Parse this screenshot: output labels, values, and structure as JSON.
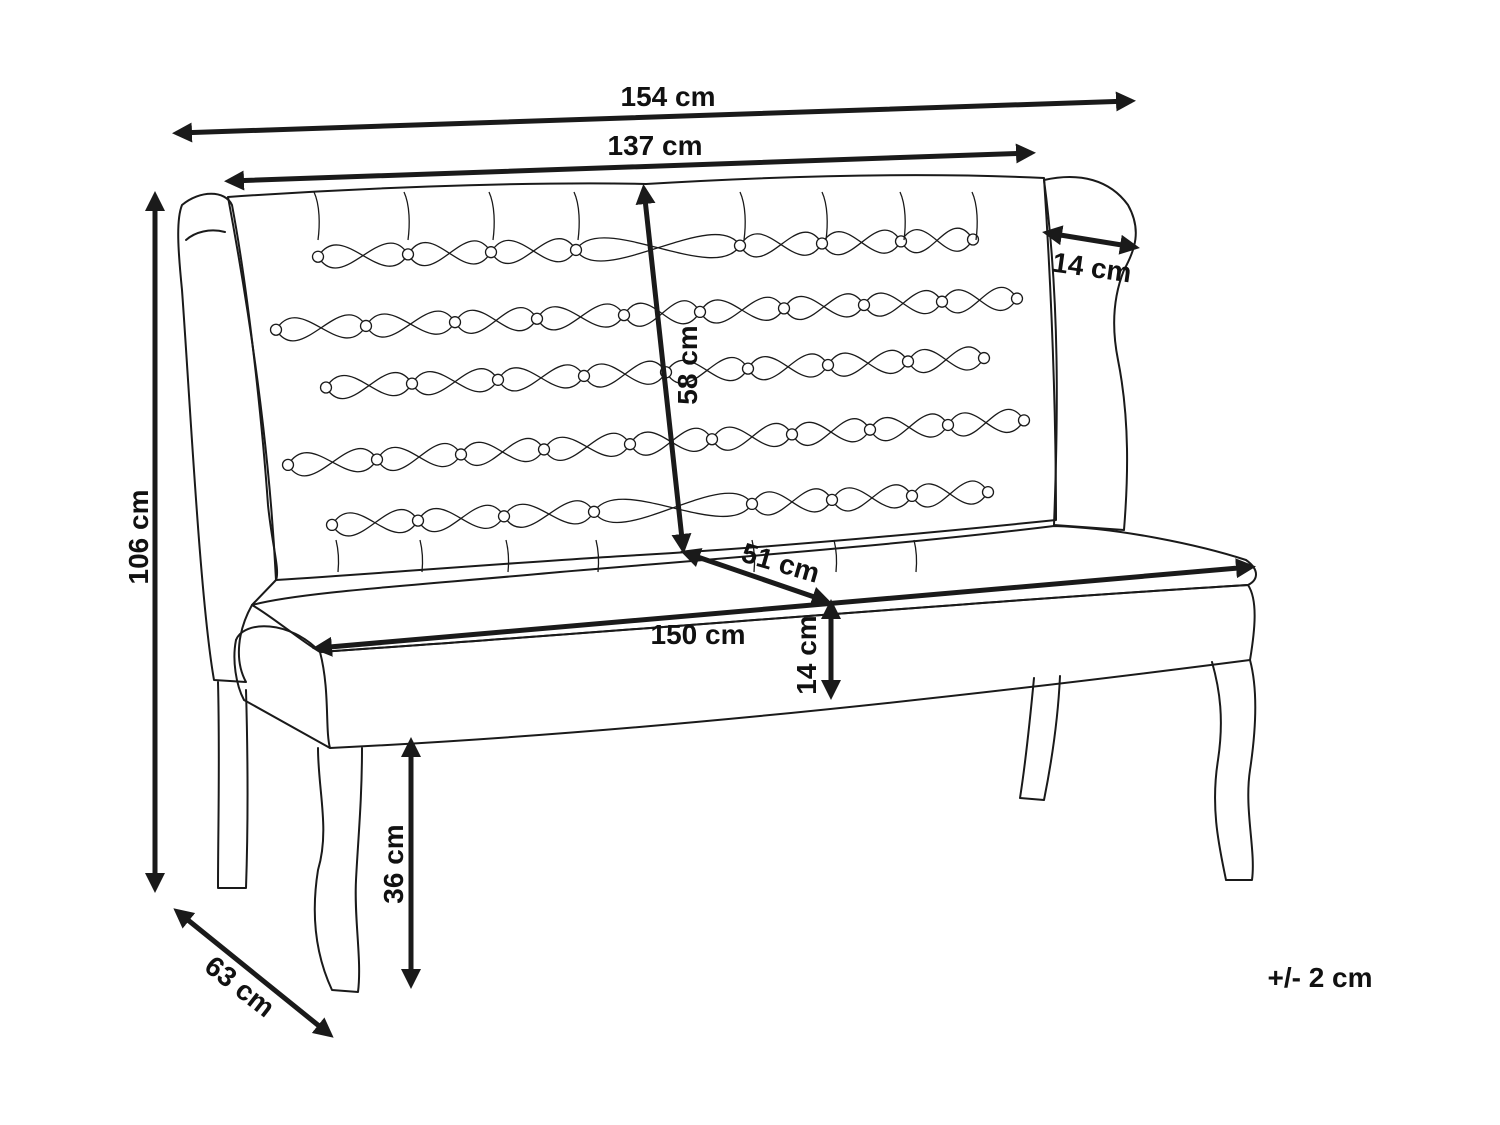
{
  "dimensions": {
    "overall_width": "154 cm",
    "backrest_width": "137 cm",
    "wing_depth": "14 cm",
    "backrest_height": "58 cm",
    "seat_depth": "51 cm",
    "seat_width": "150 cm",
    "seat_cushion_height": "14 cm",
    "overall_height": "106 cm",
    "seat_height": "36 cm",
    "overall_depth": "63 cm"
  },
  "tolerance": "+/- 2 cm"
}
